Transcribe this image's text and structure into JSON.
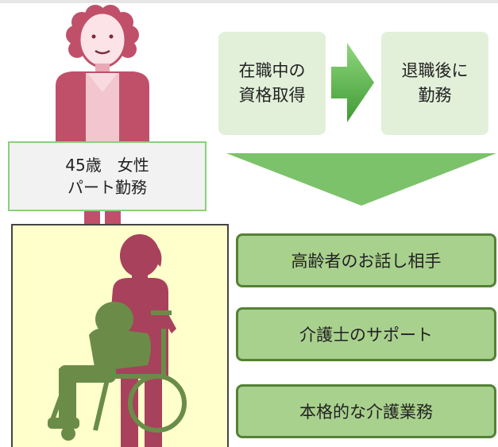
{
  "profile": {
    "line1": "45歳　女性",
    "line2": "パート勤務"
  },
  "steps": [
    {
      "line1": "在職中の",
      "line2": "資格取得"
    },
    {
      "line1": "退職後に",
      "line2": "勤務"
    }
  ],
  "tasks": [
    "高齢者のお話し相手",
    "介護士のサポート",
    "本格的な介護業務"
  ],
  "colors": {
    "person": "#c0506a",
    "person_light": "#f3c6cf",
    "caregiver": "#a8415b",
    "wheelchair": "#6a8c48",
    "step_bg": "#e2f0d9",
    "arrow": "#5cb84b",
    "down_triangle": "#7cc26a",
    "task_bg": "#a9d18e",
    "task_border": "#548235",
    "panel_bg": "#ffffcc"
  },
  "icons": [
    "woman-figure-icon",
    "flow-arrow-icon",
    "down-triangle-icon",
    "caregiver-wheelchair-icon"
  ]
}
